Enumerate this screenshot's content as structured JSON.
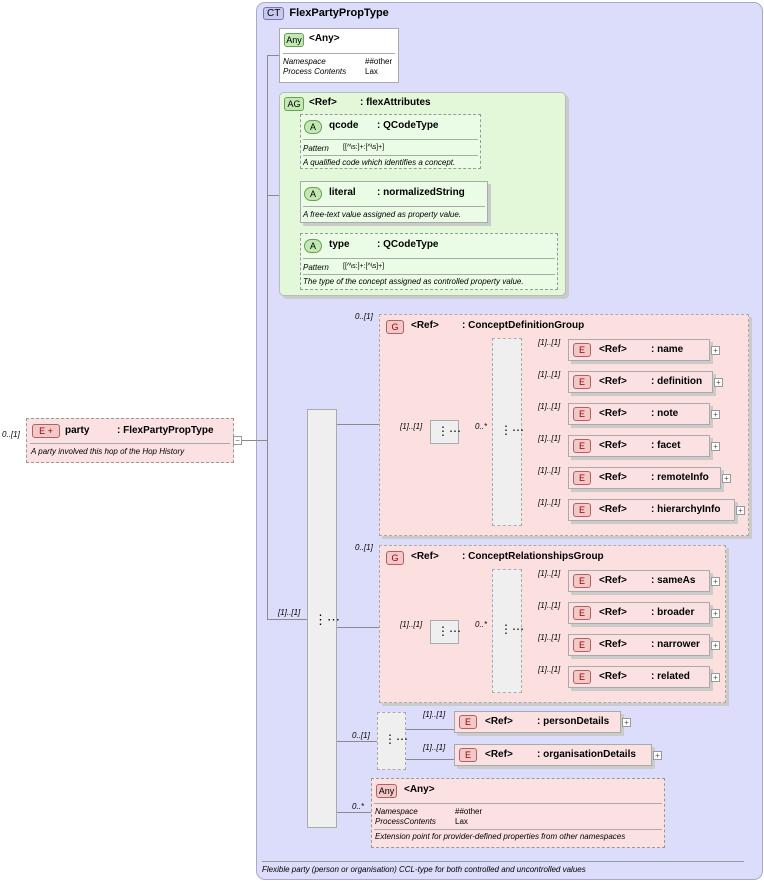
{
  "complex_type": {
    "tag": "CT",
    "name": "FlexPartyPropType",
    "documentation": "Flexible party (person or organisation) CCL-type for both controlled and uncontrolled values"
  },
  "root_element": {
    "tag": "E",
    "name": "party",
    "type": ": FlexPartyPropType",
    "multiplicity": "0..[1]",
    "documentation": "A party involved this hop of the Hop History",
    "collapse_glyph": "−"
  },
  "any_attribute": {
    "tag": "Any",
    "label": "<Any>",
    "namespace_key": "Namespace",
    "namespace_val": "##other",
    "process_key": "Process Contents",
    "process_val": "Lax"
  },
  "attribute_group": {
    "tag": "AG",
    "ref": "<Ref>",
    "name": ": flexAttributes",
    "attributes": [
      {
        "tag": "A",
        "name": "qcode",
        "type": ": QCodeType",
        "pattern_key": "Pattern",
        "pattern": "[[^\\s:]+:[^\\s]+]",
        "doc": "A qualified code which identifies a concept."
      },
      {
        "tag": "A",
        "name": "literal",
        "type": ": normalizedString",
        "doc": "A free-text value assigned as property value."
      },
      {
        "tag": "A",
        "name": "type",
        "type": ": QCodeType",
        "pattern_key": "Pattern",
        "pattern": "[[^\\s:]+:[^\\s]+]",
        "doc": "The type of the concept assigned as controlled property value."
      }
    ]
  },
  "main_sequence_multiplicity": "[1]..[1]",
  "group_definition": {
    "tag": "G",
    "ref": "<Ref>",
    "name": ": ConceptDefinitionGroup",
    "multiplicity": "0..[1]",
    "seq_multiplicity": "[1]..[1]",
    "choice_multiplicity": "0..*",
    "elements": [
      {
        "tag": "E",
        "ref": "<Ref>",
        "name": ": name",
        "mult": "[1]..[1]"
      },
      {
        "tag": "E",
        "ref": "<Ref>",
        "name": ": definition",
        "mult": "[1]..[1]"
      },
      {
        "tag": "E",
        "ref": "<Ref>",
        "name": ": note",
        "mult": "[1]..[1]"
      },
      {
        "tag": "E",
        "ref": "<Ref>",
        "name": ": facet",
        "mult": "[1]..[1]"
      },
      {
        "tag": "E",
        "ref": "<Ref>",
        "name": ": remoteInfo",
        "mult": "[1]..[1]"
      },
      {
        "tag": "E",
        "ref": "<Ref>",
        "name": ": hierarchyInfo",
        "mult": "[1]..[1]"
      }
    ]
  },
  "group_relationships": {
    "tag": "G",
    "ref": "<Ref>",
    "name": ": ConceptRelationshipsGroup",
    "multiplicity": "0..[1]",
    "seq_multiplicity": "[1]..[1]",
    "choice_multiplicity": "0..*",
    "elements": [
      {
        "tag": "E",
        "ref": "<Ref>",
        "name": ": sameAs",
        "mult": "[1]..[1]"
      },
      {
        "tag": "E",
        "ref": "<Ref>",
        "name": ": broader",
        "mult": "[1]..[1]"
      },
      {
        "tag": "E",
        "ref": "<Ref>",
        "name": ": narrower",
        "mult": "[1]..[1]"
      },
      {
        "tag": "E",
        "ref": "<Ref>",
        "name": ": related",
        "mult": "[1]..[1]"
      }
    ]
  },
  "details_choice": {
    "multiplicity": "0..[1]",
    "elements": [
      {
        "tag": "E",
        "ref": "<Ref>",
        "name": ": personDetails",
        "mult": "[1]..[1]"
      },
      {
        "tag": "E",
        "ref": "<Ref>",
        "name": ": organisationDetails",
        "mult": "[1]..[1]"
      }
    ]
  },
  "any_element": {
    "tag": "Any",
    "label": "<Any>",
    "multiplicity": "0..*",
    "namespace_key": "Namespace",
    "namespace_val": "##other",
    "process_key": "ProcessContents",
    "process_val": "Lax",
    "doc": "Extension point for provider-defined properties from other namespaces"
  },
  "expand_glyph": "+",
  "colors": {
    "ct_bg": "#dcdcfb",
    "attr_bg": "#e2f8d9",
    "group_bg": "#fce0e0",
    "elem_bg": "#fbe1e1"
  }
}
